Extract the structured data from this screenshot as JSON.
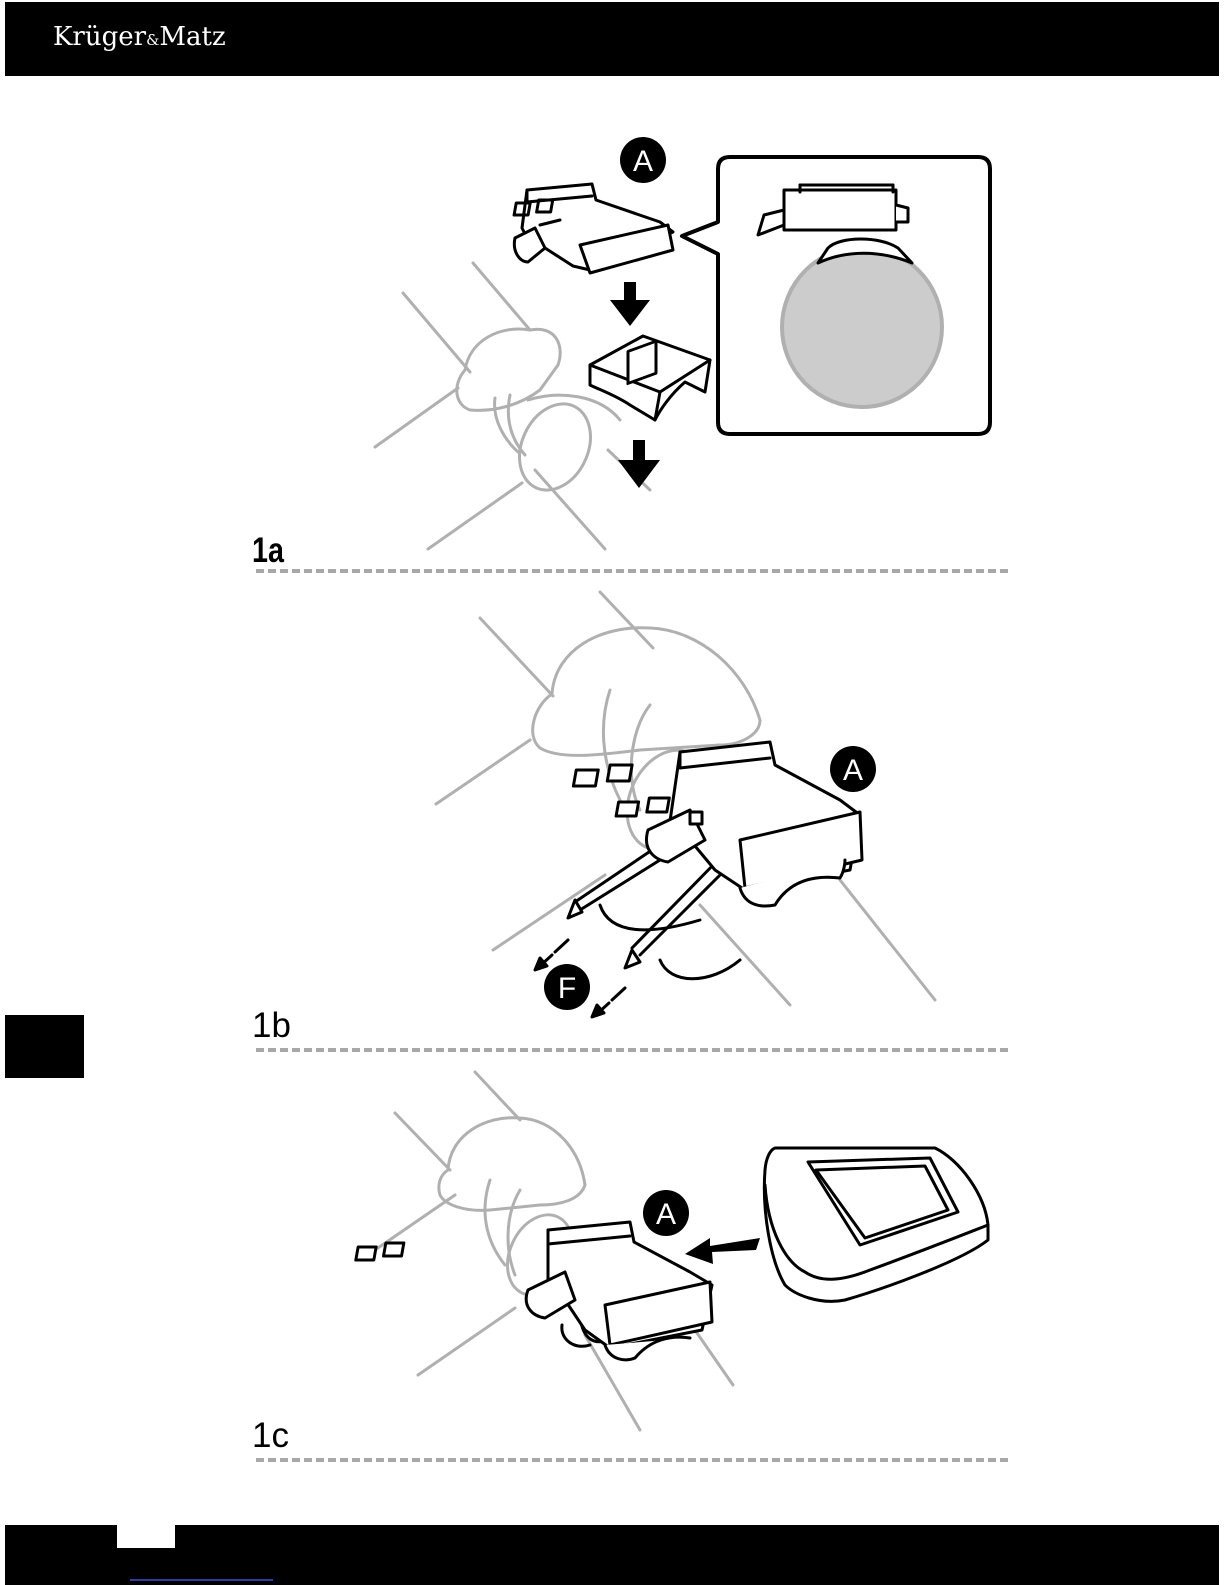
{
  "header": {
    "brand_main": "Krüger",
    "brand_amp": "&",
    "brand_tail": "Matz"
  },
  "steps": [
    {
      "label": "1a",
      "callouts": [
        "A"
      ]
    },
    {
      "label": "1b",
      "callouts": [
        "A",
        "F"
      ]
    },
    {
      "label": "1c",
      "callouts": [
        "A"
      ]
    }
  ],
  "colors": {
    "bar": "#000000",
    "divider": "#a8a8a8",
    "bike_line": "#b0b0b0",
    "handlebar_fill": "#cccccc"
  }
}
